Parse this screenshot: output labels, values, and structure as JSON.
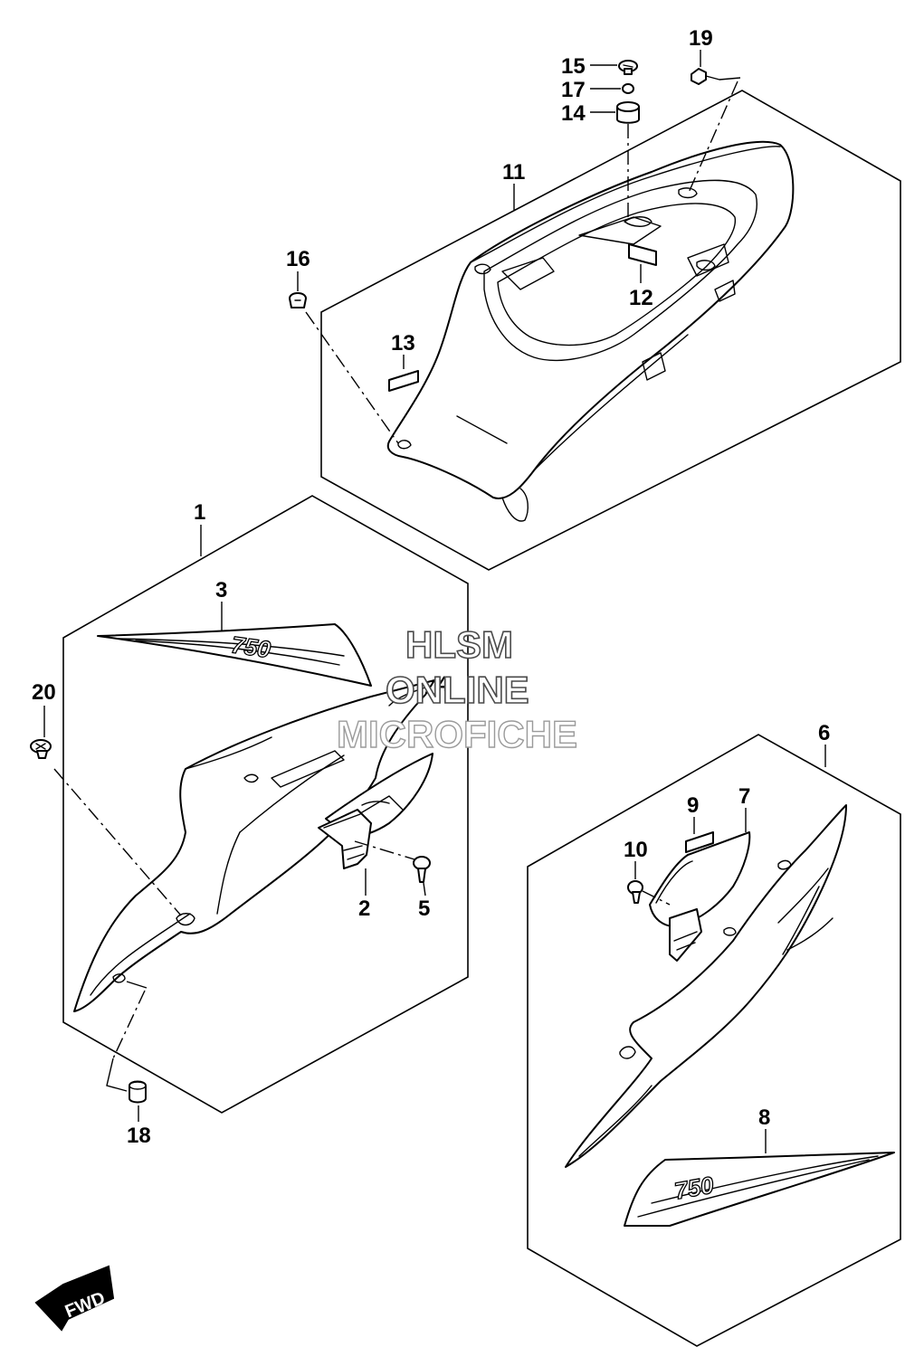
{
  "diagram": {
    "callouts": [
      "1",
      "2",
      "3",
      "4",
      "5",
      "6",
      "7",
      "8",
      "9",
      "10",
      "11",
      "12",
      "13",
      "14",
      "15",
      "16",
      "17",
      "18",
      "19",
      "20"
    ],
    "watermark": {
      "line1": "HLSM",
      "line2": "ONLINE",
      "line3": "MICROFICHE"
    },
    "decal_text": "750",
    "direction_label": "FWD"
  }
}
